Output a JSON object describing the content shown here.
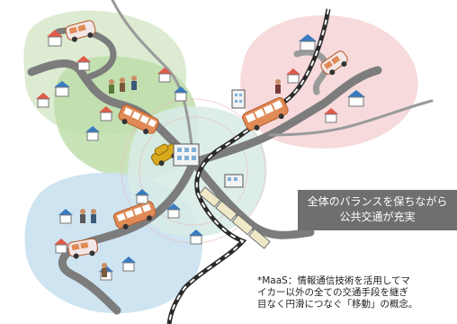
{
  "colors": {
    "zone_north_west": "#d6e7c9",
    "zone_west": "#bcdca8",
    "zone_north_east": "#f5d6d8",
    "zone_south_west": "#c9e1ef",
    "zone_center": "#d7ebe6",
    "road": "#7c7c7c",
    "road_light": "#9a9a9a",
    "rail": "#2a2a2a",
    "bus": "#e08a55",
    "bus_dark": "#b45a2a",
    "car": "#d9a91e",
    "callout_bg": "#6f6f6f",
    "roof": "#e05a4a",
    "roof_blue": "#3a7abf"
  },
  "icons": {
    "bus": "bus-icon",
    "train": "train-icon",
    "car": "car-icon",
    "house": "house-icon",
    "building": "building-icon",
    "person": "person-icon"
  },
  "callout": {
    "line1": "全体のバランスを保ちながら",
    "line2": "公共交通が充実"
  },
  "footnote": {
    "line1": "*MaaS：情報通信技術を活用してマ",
    "line2": "イカー以外の全ての交通手段を継ぎ",
    "line3": "目なく円滑につなぐ「移動」の概念。"
  }
}
